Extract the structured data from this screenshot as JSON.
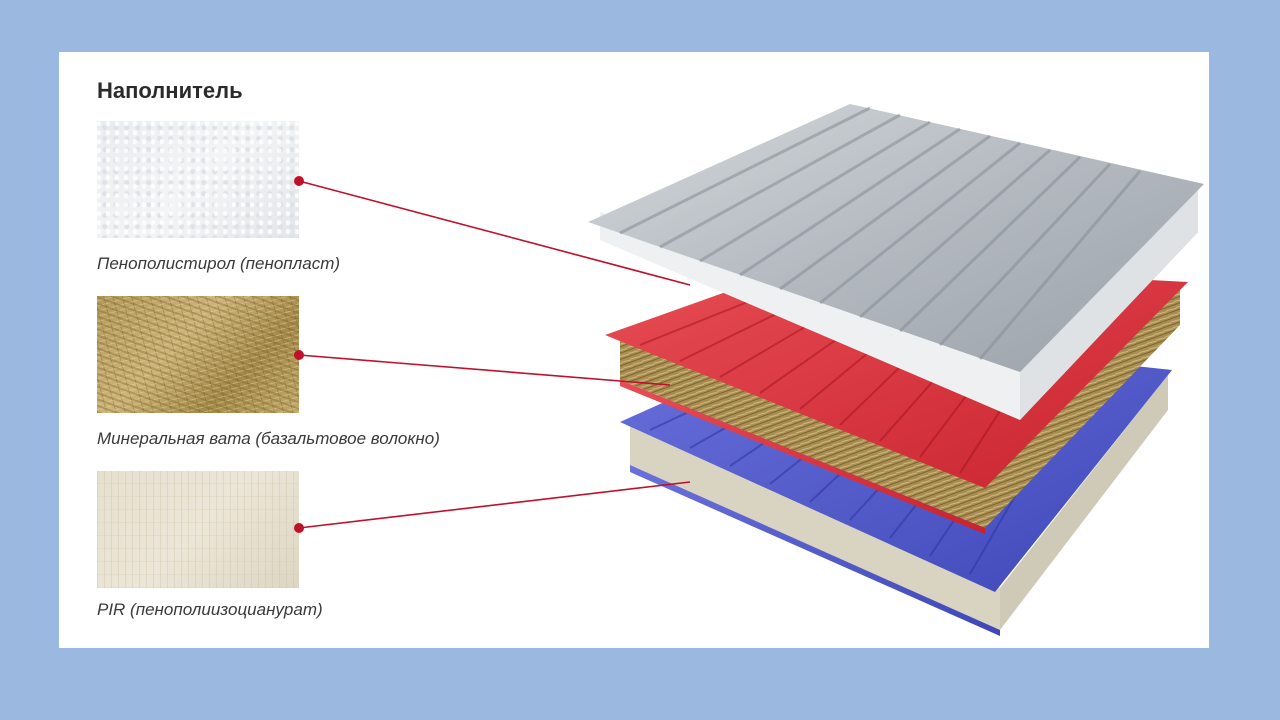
{
  "heading": "Наполнитель",
  "fillers": [
    {
      "caption": "Пенополистирол (пенопласт)"
    },
    {
      "caption": "Минеральная вата (базальтовое волокно)"
    },
    {
      "caption": "PIR (пенополиизоцианурат)"
    }
  ],
  "colors": {
    "background": "#9bb9e0",
    "card": "#ffffff",
    "leader_line": "#c0102a",
    "panel_top_metal": "#b9bfc5",
    "panel_middle_metal": "#d63a44",
    "panel_bottom_metal": "#4f57c7"
  }
}
